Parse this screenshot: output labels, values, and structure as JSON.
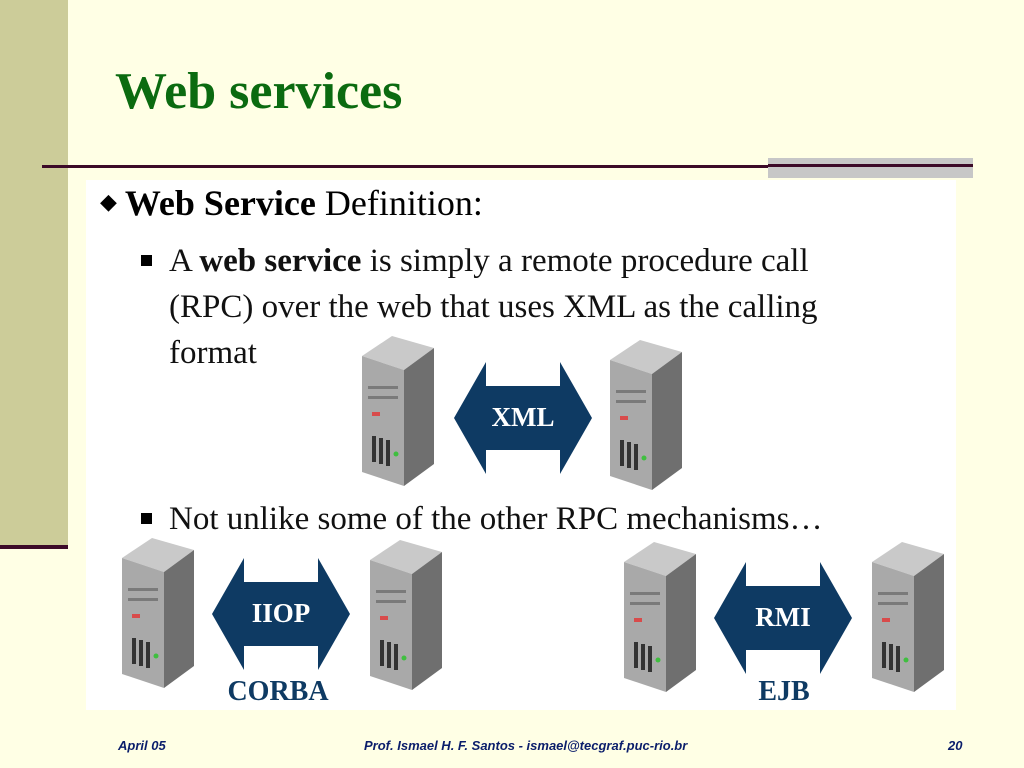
{
  "slide": {
    "title": "Web services"
  },
  "content": {
    "bullet1": {
      "bold": "Web Service",
      "rest": " Definition:"
    },
    "sub1": {
      "line1_prefix": "A ",
      "line1_bold": "web service",
      "line1_rest": " is simply a remote procedure call",
      "line2": "(RPC) over the web that uses XML as the calling",
      "line3": "format"
    },
    "sub2": {
      "text": "Not unlike some of the other RPC mechanisms…"
    },
    "protocols": {
      "xml": "XML",
      "iiop": "IIOP",
      "rmi": "RMI"
    },
    "captions": {
      "corba": "CORBA",
      "ejb": "EJB"
    }
  },
  "footer": {
    "date": "April 05",
    "author": "Prof. Ismael H. F. Santos -  ismael@tecgraf.puc-rio.br",
    "page": "20"
  },
  "colors": {
    "title": "#0b6b10",
    "arrow": "#0e3a63",
    "band": "#cccc99",
    "rule": "#3c0a28",
    "footer": "#0b1e6b"
  }
}
